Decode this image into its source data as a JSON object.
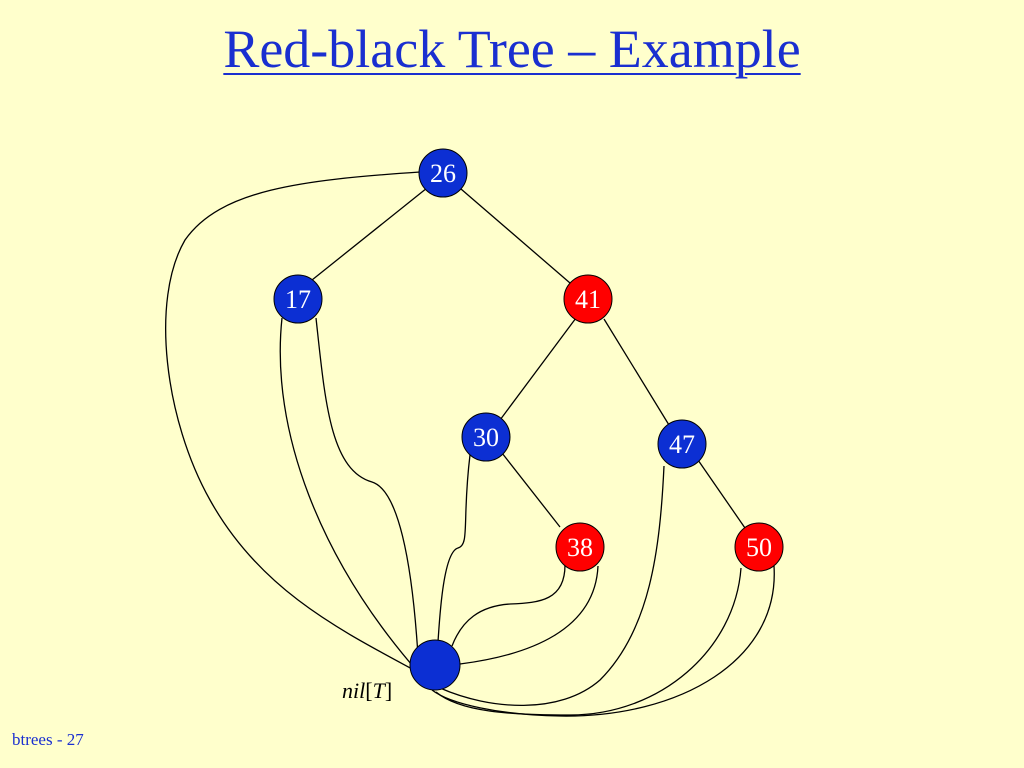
{
  "title": "Red-black Tree – Example",
  "footer": "btrees - 27",
  "nil": {
    "name": "nil",
    "open": "[",
    "t": "T",
    "close": "]"
  },
  "colors": {
    "black_node": "#0c2fd3",
    "red_node": "#ff0000",
    "background": "#ffffcc",
    "title": "#1a2fd0"
  },
  "nodes": [
    {
      "key": "26",
      "color": "black"
    },
    {
      "key": "17",
      "color": "black"
    },
    {
      "key": "41",
      "color": "red"
    },
    {
      "key": "30",
      "color": "black"
    },
    {
      "key": "47",
      "color": "black"
    },
    {
      "key": "38",
      "color": "red"
    },
    {
      "key": "50",
      "color": "red"
    }
  ],
  "edges": [
    [
      "26",
      "17"
    ],
    [
      "26",
      "41"
    ],
    [
      "41",
      "30"
    ],
    [
      "41",
      "47"
    ],
    [
      "30",
      "38"
    ],
    [
      "47",
      "50"
    ]
  ]
}
